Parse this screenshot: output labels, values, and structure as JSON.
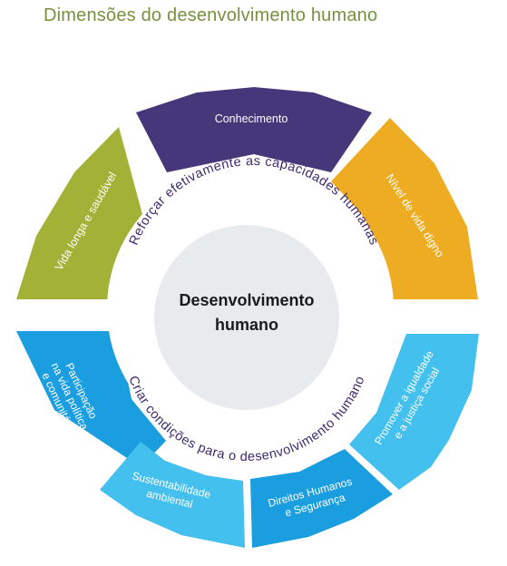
{
  "title": "Dimensões do desenvolvimento humano",
  "center": {
    "line1": "Desenvolvimento",
    "line2": "humano"
  },
  "inner_arcs": {
    "top": "Reforçar efetivamente as capacidades humanas",
    "bottom": "Criar condições para o desenvolvimento humano"
  },
  "segments": {
    "vida_longa": {
      "lines": [
        "Vida longa e saudável"
      ],
      "color": "#a3b236"
    },
    "conhecimento": {
      "lines": [
        "Conhecimento"
      ],
      "color": "#46377a"
    },
    "nivel_vida": {
      "lines": [
        "Nível de vida digno"
      ],
      "color": "#eeac22"
    },
    "participacao": {
      "lines": [
        "Participação",
        "na vida política",
        "e comunitária"
      ],
      "color": "#1b9ee0"
    },
    "sustentabilidade": {
      "lines": [
        "Sustentabilidade",
        "ambiental"
      ],
      "color": "#44c0ee"
    },
    "direitos": {
      "lines": [
        "Direitos Humanos",
        "e Segurança"
      ],
      "color": "#1b9ee0"
    },
    "igualdade": {
      "lines": [
        "Promover a igualdade",
        "e a justiça social"
      ],
      "color": "#44c0ee"
    }
  },
  "colors": {
    "title": "#76913f",
    "inner_text": "#3d2a6e",
    "center_fill": "#e8ebee"
  }
}
